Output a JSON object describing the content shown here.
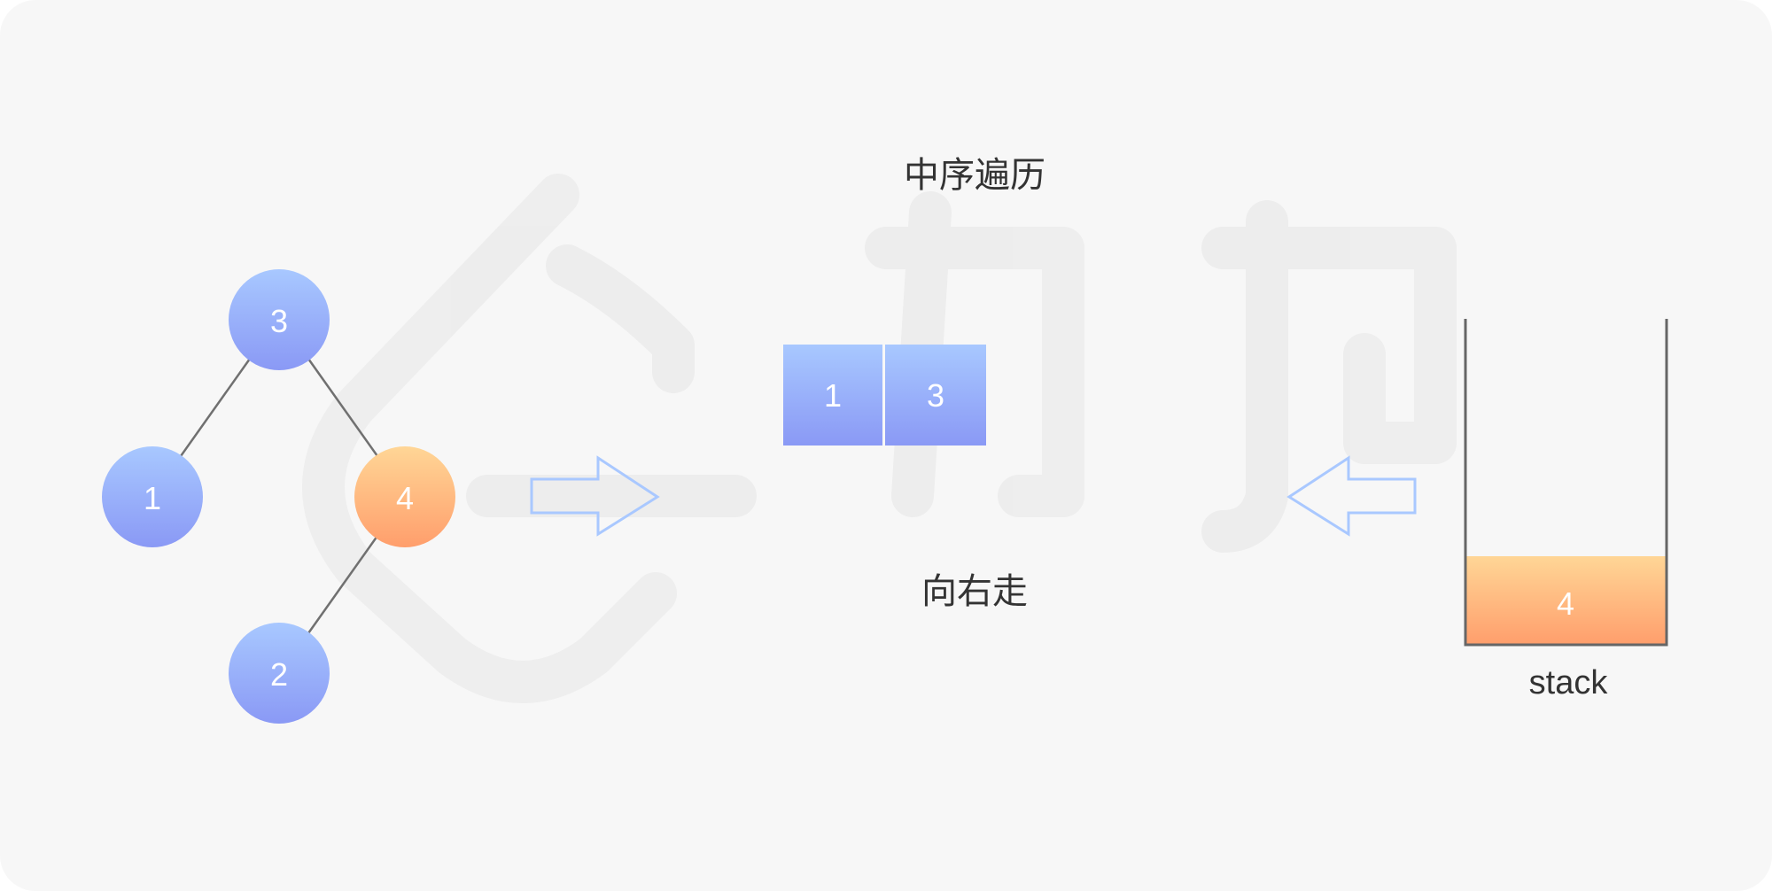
{
  "diagram": {
    "title": "中序遍历",
    "action": "向右走",
    "stack_label": "stack",
    "tree": {
      "nodes": [
        {
          "id": "root",
          "value": "3",
          "state": "visited"
        },
        {
          "id": "left",
          "value": "1",
          "state": "visited"
        },
        {
          "id": "right",
          "value": "4",
          "state": "current"
        },
        {
          "id": "right-left",
          "value": "2",
          "state": "pending"
        }
      ],
      "edges": [
        [
          "root",
          "left"
        ],
        [
          "root",
          "right"
        ],
        [
          "right",
          "right-left"
        ]
      ]
    },
    "output": [
      "1",
      "3"
    ],
    "stack": [
      "4"
    ]
  },
  "colors": {
    "background": "#f7f7f7",
    "node_blue_top": "#a8c8ff",
    "node_blue_bottom": "#8a99f5",
    "node_orange_top": "#ffd696",
    "node_orange_bottom": "#ff9e6c",
    "arrow_outline": "#a9c8ff",
    "edge": "#707070",
    "stack_wall": "#666666"
  }
}
